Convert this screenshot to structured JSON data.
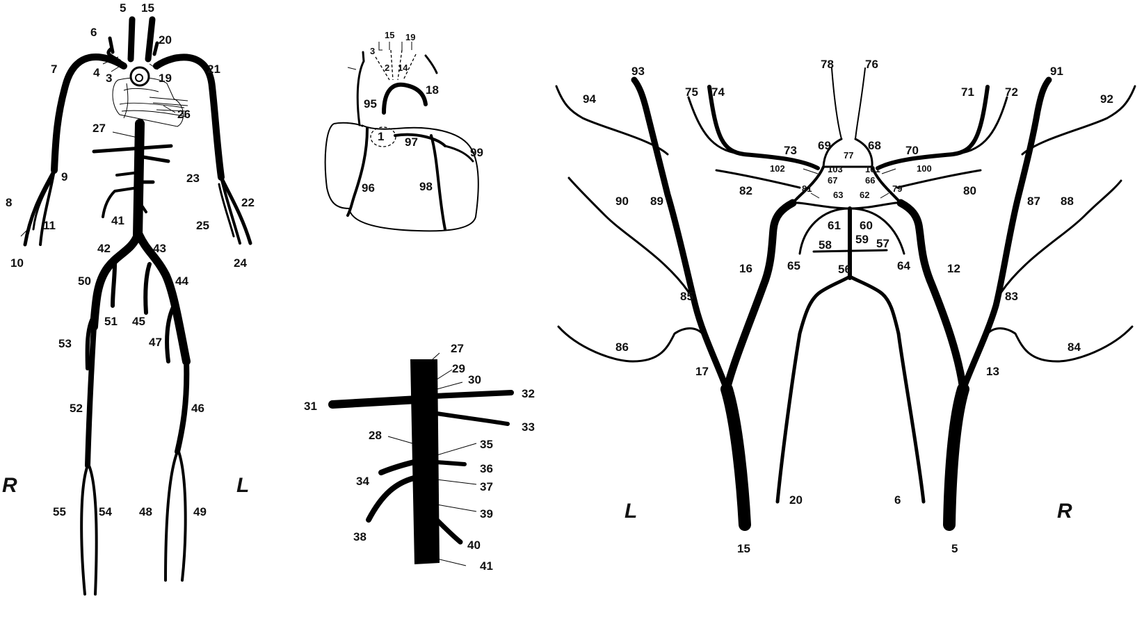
{
  "sides": {
    "left_panel_right": "R",
    "left_panel_left": "L",
    "right_panel_left": "L",
    "right_panel_right": "R"
  },
  "labels": {
    "n1": "1",
    "n2": "2",
    "n3": "3",
    "n4": "4",
    "n5": "5",
    "n6": "6",
    "n7": "7",
    "n8": "8",
    "n9": "9",
    "n10": "10",
    "n11": "11",
    "n12": "12",
    "n13": "13",
    "n14": "14",
    "n15": "15",
    "n16": "16",
    "n17": "17",
    "n18": "18",
    "n19": "19",
    "n20": "20",
    "n21": "21",
    "n22": "22",
    "n23": "23",
    "n24": "24",
    "n25": "25",
    "n26": "26",
    "n27": "27",
    "n28": "28",
    "n29": "29",
    "n30": "30",
    "n31": "31",
    "n32": "32",
    "n33": "33",
    "n34": "34",
    "n35": "35",
    "n36": "36",
    "n37": "37",
    "n38": "38",
    "n39": "39",
    "n40": "40",
    "n41": "41",
    "n42": "42",
    "n43": "43",
    "n44": "44",
    "n45": "45",
    "n46": "46",
    "n47": "47",
    "n48": "48",
    "n49": "49",
    "n50": "50",
    "n51": "51",
    "n52": "52",
    "n53": "53",
    "n54": "54",
    "n55": "55",
    "n56": "56",
    "n57": "57",
    "n58": "58",
    "n59": "59",
    "n60": "60",
    "n61": "61",
    "n62": "62",
    "n63": "63",
    "n64": "64",
    "n65": "65",
    "n66": "66",
    "n67": "67",
    "n68": "68",
    "n69": "69",
    "n70": "70",
    "n71": "71",
    "n72": "72",
    "n73": "73",
    "n74": "74",
    "n75": "75",
    "n76": "76",
    "n77": "77",
    "n78": "78",
    "n79": "79",
    "n80": "80",
    "n81": "81",
    "n82": "82",
    "n83": "83",
    "n84": "84",
    "n85": "85",
    "n86": "86",
    "n87": "87",
    "n88": "88",
    "n89": "89",
    "n90": "90",
    "n91": "91",
    "n92": "92",
    "n93": "93",
    "n94": "94",
    "n95": "95",
    "n96": "96",
    "n97": "97",
    "n98": "98",
    "n99": "99",
    "n100": "100",
    "n101": "101",
    "n102": "102",
    "n103": "103"
  }
}
